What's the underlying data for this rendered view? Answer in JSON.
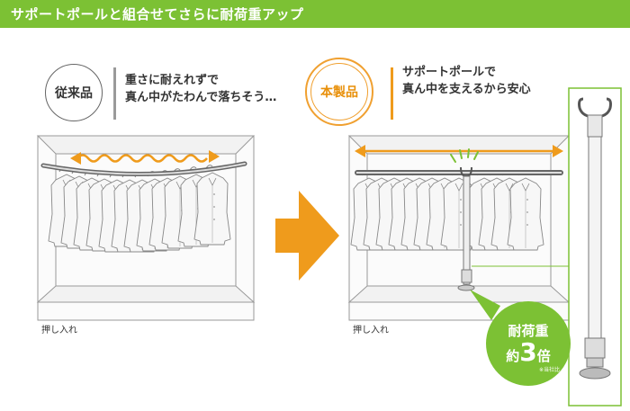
{
  "banner": {
    "title": "サポートポールと組合せてさらに耐荷重アップ"
  },
  "before": {
    "badge": "従来品",
    "caption_line1": "重さに耐えれずで",
    "caption_line2": "真ん中がたわんで落ちそう…",
    "closet_label": "押し入れ"
  },
  "after": {
    "badge": "本製品",
    "caption_line1": "サポートポールで",
    "caption_line2": "真ん中を支えるから安心",
    "closet_label": "押し入れ"
  },
  "callout": {
    "line1": "耐荷重",
    "prefix": "約",
    "number": "3",
    "suffix": "倍",
    "note": "※当社比"
  },
  "colors": {
    "banner_green": "#7cc134",
    "accent_orange": "#ef9b1c",
    "callout_green": "#7cc134"
  }
}
